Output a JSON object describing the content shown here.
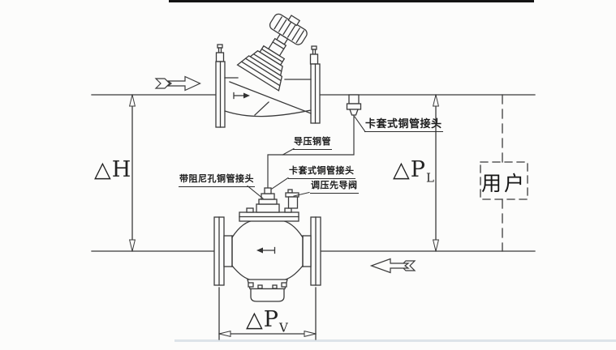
{
  "diagram": {
    "type": "valve-installation-schematic",
    "dims": {
      "delta_h": "△H",
      "delta_p": "△P",
      "sub_line": "L",
      "sub_valve": "V"
    },
    "labels": {
      "ferrule_joint_top": "卡套式铜管接头",
      "pressure_tube": "导压铜管",
      "ferrule_joint_mid": "卡套式铜管接头",
      "pilot_valve": "调压先导阀",
      "damping_joint": "带阻尼孔铜管接头",
      "user": "用户"
    },
    "colors": {
      "line": "#3a3a3a",
      "background": "#fcfcfb",
      "header_rule": "#141414",
      "footer_rule": "#dde4e9"
    }
  }
}
